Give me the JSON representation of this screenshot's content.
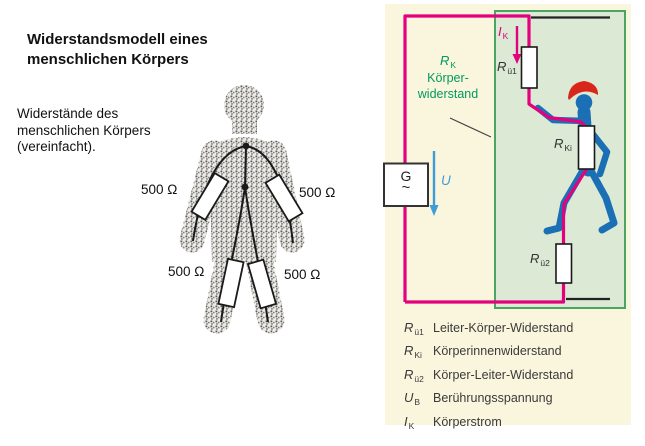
{
  "left": {
    "title": "Widerstandsmodell eines\nmenschlichen Körpers",
    "caption": "Widerstände des\nmenschlichen Körpers\n(vereinfacht).",
    "resistor_labels": {
      "arm_left": "500 Ω",
      "arm_right": "500 Ω",
      "leg_left": "500 Ω",
      "leg_right": "500 Ω"
    }
  },
  "circuit": {
    "generator_label": "G",
    "generator_wave": "~",
    "current": {
      "sym": "I",
      "sub": "K"
    },
    "voltage": {
      "sym": "U"
    },
    "body_resistance": {
      "sym": "R",
      "sub": "K",
      "lines": "Körper-\nwiderstand"
    },
    "r_u1": {
      "sym": "R",
      "sub": "ü1"
    },
    "r_ki": {
      "sym": "R",
      "sub": "Ki"
    },
    "r_u2": {
      "sym": "R",
      "sub": "ü2"
    }
  },
  "legend": {
    "items": [
      {
        "sym": "R",
        "sub": "ü1",
        "text": "Leiter-Körper-Widerstand"
      },
      {
        "sym": "R",
        "sub": "Ki",
        "text": "Körperinnenwiderstand"
      },
      {
        "sym": "R",
        "sub": "ü2",
        "text": "Körper-Leiter-Widerstand"
      },
      {
        "sym": "U",
        "sub": "B",
        "text": "Berührungsspannung"
      },
      {
        "sym": "I",
        "sub": "K",
        "text": "Körperstrom"
      }
    ]
  },
  "colors": {
    "panel_cream": "#FAF6DE",
    "green_fill": "#DBE9D5",
    "green_border": "#4AA565",
    "magenta": "#E4017D",
    "figure_blue": "#1B6FB5",
    "helmet_red": "#D9251A",
    "arrow_blue": "#3E9CD6",
    "green_text": "#009A5C"
  }
}
